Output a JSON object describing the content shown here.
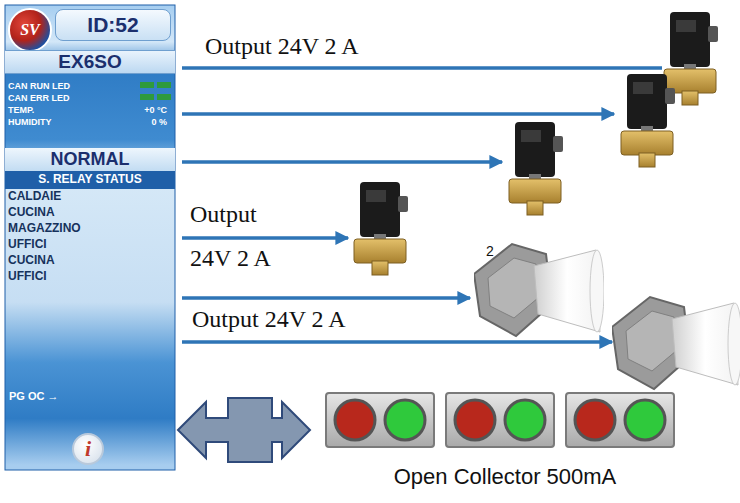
{
  "diagram": {
    "nodes": [
      {
        "text": [
          "CAN RUN LED",
          "CAN ERR LED",
          "TEMP.",
          "+0 °C",
          "HUMIDITY",
          "0 %",
          "CALDAIE",
          "CUCINA",
          "MAGAZZINO",
          "UFFICI",
          "CUCINA",
          "UFFICI",
          "PG OC →"
        ]
      },
      {
        "text": [
          "SV"
        ],
        "in": 0
      },
      {
        "text": [
          "ID:52"
        ],
        "in": 0
      },
      {
        "text": [
          "EX6SO"
        ],
        "in": 0
      },
      {
        "text": [
          "NORMAL"
        ],
        "in": 0
      },
      {
        "text": [
          "S. RELAY STATUS"
        ],
        "in": 0
      },
      {
        "text": [
          "i"
        ],
        "in": 0
      }
    ],
    "labels": [
      "Output 24V 2 A",
      "Output 24V 2 A",
      "2",
      "Output 24V 2 A",
      "Open Collector 500mA"
    ]
  }
}
